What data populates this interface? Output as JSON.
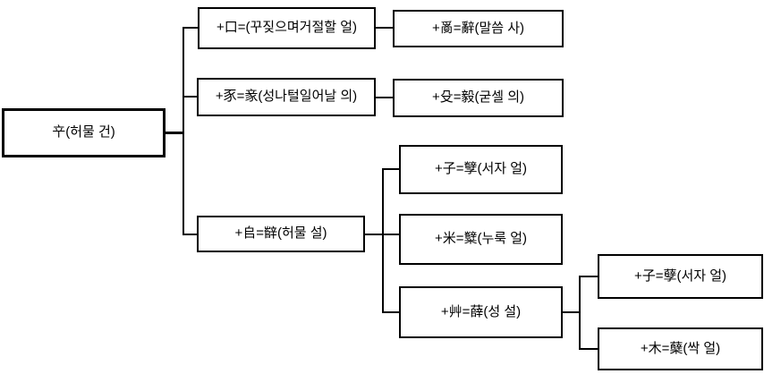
{
  "diagram": {
    "type": "tree",
    "description": "Hanja etymology tree for the component 䇂 (허물 건) showing derived characters",
    "background_color": "#ffffff",
    "line_color": "#000000",
    "nodes": [
      {
        "id": "root",
        "label": "䇂(허물 건)"
      },
      {
        "id": "plus-gu",
        "label": "+口=𠶷(꾸짖으며거절할 얼)"
      },
      {
        "id": "plus-ran",
        "label": "+𤔔=辭(말씀 사)"
      },
      {
        "id": "plus-si",
        "label": "+豕=豙(성나털일어날 의)"
      },
      {
        "id": "plus-su",
        "label": "+殳=毅(굳셀 의)"
      },
      {
        "id": "plus-toe",
        "label": "+𠂤=辥(허물 설)"
      },
      {
        "id": "plus-ja-1",
        "label": "+子=孼(서자 얼)"
      },
      {
        "id": "plus-mi",
        "label": "+米=糱(누룩 얼)"
      },
      {
        "id": "plus-cho",
        "label": "+艸=薛(성 설)"
      },
      {
        "id": "plus-ja-2",
        "label": "+子=孽(서자 얼)"
      },
      {
        "id": "plus-mok",
        "label": "+木=蘖(싹 얼)"
      }
    ],
    "edges": [
      {
        "from": "root",
        "to": "plus-gu"
      },
      {
        "from": "root",
        "to": "plus-si"
      },
      {
        "from": "root",
        "to": "plus-toe"
      },
      {
        "from": "plus-gu",
        "to": "plus-ran"
      },
      {
        "from": "plus-si",
        "to": "plus-su"
      },
      {
        "from": "plus-toe",
        "to": "plus-ja-1"
      },
      {
        "from": "plus-toe",
        "to": "plus-mi"
      },
      {
        "from": "plus-toe",
        "to": "plus-cho"
      },
      {
        "from": "plus-cho",
        "to": "plus-ja-2"
      },
      {
        "from": "plus-cho",
        "to": "plus-mok"
      }
    ]
  }
}
